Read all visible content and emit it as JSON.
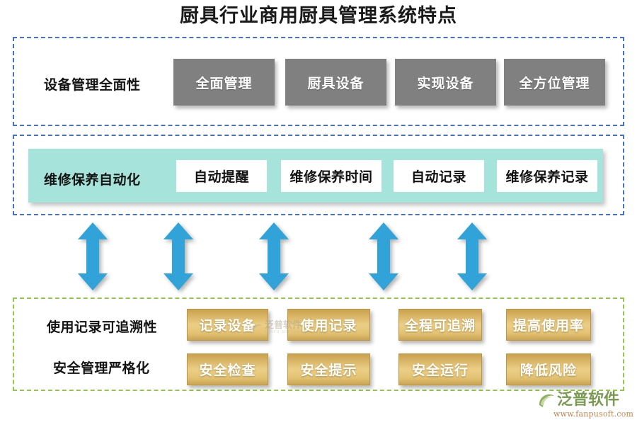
{
  "title": "厨具行业商用厨具管理系统特点",
  "colors": {
    "frame_blue": "#4472C4",
    "frame_green": "#92C84C",
    "gray_chip": "#808080",
    "teal_panel": "#A6E3DA",
    "gold_chip": "#EBCE86",
    "arrow_blue": "#31A3D9",
    "title_text": "#1a1a1a"
  },
  "sections": [
    {
      "id": "section1",
      "frame": "blue-dashed",
      "label": "设备管理全面性",
      "chip_style": "gray",
      "chips": [
        "全面管理",
        "厨具设备",
        "实现设备",
        "全方位管理"
      ]
    },
    {
      "id": "section2",
      "frame": "blue-dashed",
      "label": "维修保养自动化",
      "chip_style": "white-on-teal",
      "chips": [
        "自动提醒",
        "维修保养时间",
        "自动记录",
        "维修保养记录"
      ]
    },
    {
      "id": "section3",
      "frame": "green-dashed",
      "rows": [
        {
          "label": "使用记录可追溯性",
          "chip_style": "gold",
          "chips": [
            "记录设备",
            "使用记录",
            "全程可追溯",
            "提高使用率"
          ]
        },
        {
          "label": "安全管理严格化",
          "chip_style": "gold",
          "chips": [
            "安全检查",
            "安全提示",
            "安全运行",
            "降低风险"
          ]
        }
      ]
    }
  ],
  "connectors": {
    "icon": "double-headed-vertical-arrow",
    "count": 5,
    "color": "#31A3D9"
  },
  "watermark": {
    "text": "泛普软件",
    "subtext": "FANPU SOFTWARE"
  },
  "brand": {
    "name": "泛普软件",
    "url": "www.fanpusoft.com",
    "icon": "fanpu-swirl-logo"
  }
}
